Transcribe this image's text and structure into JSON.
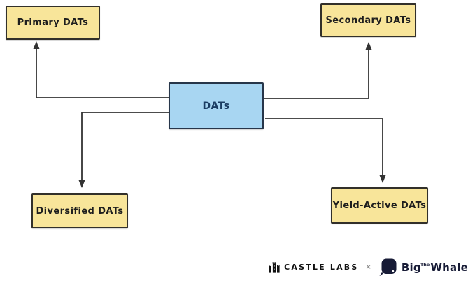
{
  "diagram": {
    "center": {
      "label": "DATs"
    },
    "nodes": [
      {
        "id": "primary",
        "label": "Primary DATs"
      },
      {
        "id": "secondary",
        "label": "Secondary DATs"
      },
      {
        "id": "diversified",
        "label": "Diversified DATs"
      },
      {
        "id": "yield_active",
        "label": "Yield-Active DATs"
      }
    ],
    "colors": {
      "node_fill": "#f8e59a",
      "node_border": "#32302a",
      "node_text": "#1e1e1e",
      "center_fill": "#a8d6f2",
      "center_border": "#27364a",
      "center_text": "#1b3d63",
      "connector": "#333333",
      "footer_ink": "#111111",
      "footer_ink_navy": "#171b36",
      "footer_muted": "#8a8a8a"
    }
  },
  "footer": {
    "castle_label": "CASTLE LABS",
    "separator": "×",
    "whale_the": "The",
    "whale_big": "Big",
    "whale_whale": "Whale"
  }
}
